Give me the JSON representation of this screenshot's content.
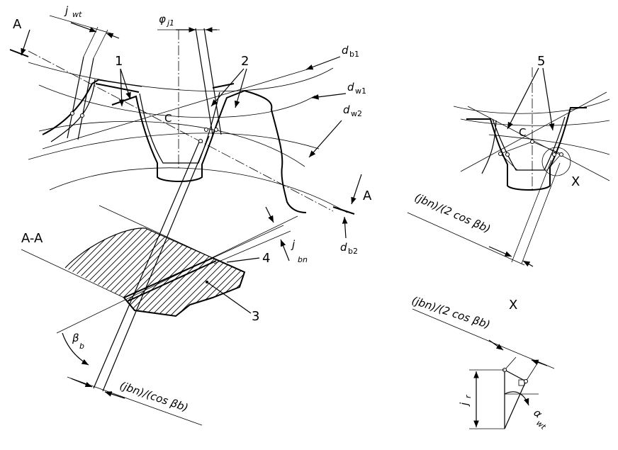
{
  "callouts": {
    "c1": "1",
    "c2": "2",
    "c3": "3",
    "c4": "4",
    "c5": "5"
  },
  "section": {
    "marker_left": "A",
    "marker_right": "A",
    "title": "A-A"
  },
  "pitch_point": {
    "left": "C",
    "right": "C"
  },
  "diameters": {
    "db1": "d",
    "db1_sub": "b1",
    "dw1": "d",
    "dw1_sub": "w1",
    "dw2": "d",
    "dw2_sub": "w2",
    "db2": "d",
    "db2_sub": "b2"
  },
  "symbols": {
    "jwt": "j",
    "jwt_sub": "wt",
    "phi": "φ",
    "phi_sub": "j1",
    "jbn": "j",
    "jbn_sub": "bn",
    "beta": "β",
    "beta_sub": "b",
    "jr": "j",
    "jr_sub": "r",
    "alpha": "α",
    "alpha_sub": "wt"
  },
  "formulas": {
    "bottom": "(jbn)/(cos βb)",
    "right_upper": "(jbn)/(2 cos βb)",
    "right_lower": "(jbn)/(2 cos βb)"
  },
  "detail": {
    "marker": "X",
    "title": "X"
  }
}
